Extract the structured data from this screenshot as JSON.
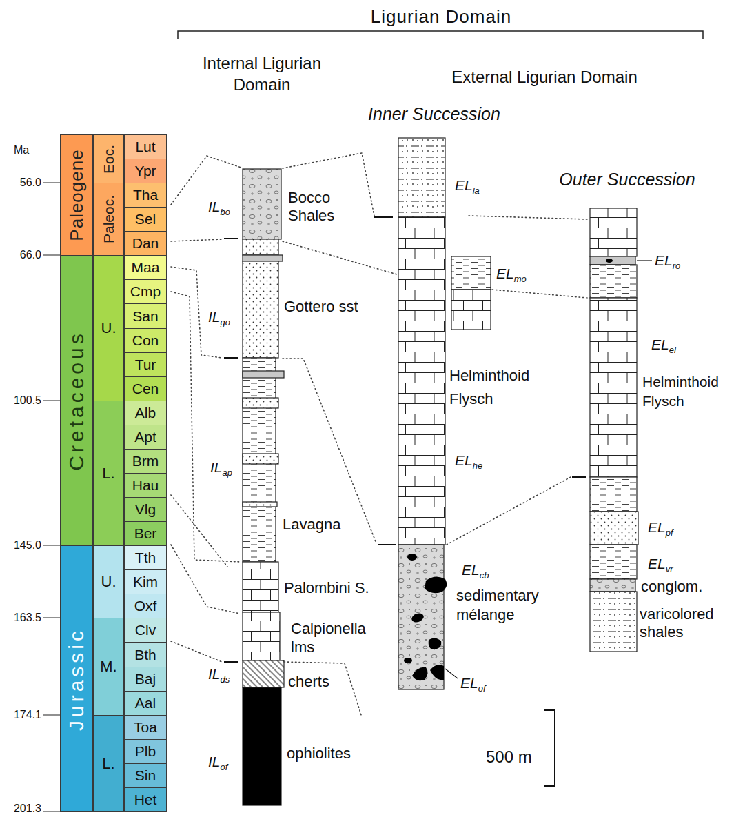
{
  "diagram": {
    "nodes": [
      {
        "text": [
          "Paleogene"
        ]
      },
      {
        "text": [
          "Eoc."
        ]
      },
      {
        "text": [
          "Lut"
        ]
      },
      {
        "text": [
          "Ypr"
        ]
      },
      {
        "text": [
          "Paleoc."
        ]
      },
      {
        "text": [
          "Tha"
        ]
      },
      {
        "text": [
          "Sel"
        ]
      },
      {
        "text": [
          "Dan"
        ]
      },
      {
        "text": [
          "Cretaceous"
        ]
      },
      {
        "text": [
          "U."
        ]
      },
      {
        "text": [
          "Maa"
        ]
      },
      {
        "text": [
          "Cmp"
        ]
      },
      {
        "text": [
          "San"
        ]
      },
      {
        "text": [
          "Con"
        ]
      },
      {
        "text": [
          "Tur"
        ]
      },
      {
        "text": [
          "Cen"
        ]
      },
      {
        "text": [
          "L."
        ]
      },
      {
        "text": [
          "Alb"
        ]
      },
      {
        "text": [
          "Apt"
        ]
      },
      {
        "text": [
          "Brm"
        ]
      },
      {
        "text": [
          "Hau"
        ]
      },
      {
        "text": [
          "Vlg"
        ]
      },
      {
        "text": [
          "Ber"
        ]
      },
      {
        "text": [
          "Jurassic"
        ]
      },
      {
        "text": [
          "U."
        ]
      },
      {
        "text": [
          "Tth"
        ]
      },
      {
        "text": [
          "Kim"
        ]
      },
      {
        "text": [
          "Oxf"
        ]
      },
      {
        "text": [
          "M."
        ]
      },
      {
        "text": [
          "Clv"
        ]
      },
      {
        "text": [
          "Bth"
        ]
      },
      {
        "text": [
          "Baj"
        ]
      },
      {
        "text": [
          "Aal"
        ]
      },
      {
        "text": [
          "L."
        ]
      },
      {
        "text": [
          "Toa"
        ]
      },
      {
        "text": [
          "Plb"
        ]
      },
      {
        "text": [
          "Sin"
        ]
      },
      {
        "text": [
          "Het"
        ]
      }
    ],
    "labels": [
      "Ligurian Domain",
      "Internal Ligurian Domain",
      "External Ligurian Domain",
      "Inner Succession",
      "Outer Succession",
      "Ma",
      "56.0",
      "66.0",
      "100.5",
      "145.0",
      "163.5",
      "174.1",
      "201.3",
      "ILbo",
      "Bocco Shales",
      "ILgo",
      "Gottero sst",
      "ILap",
      "Lavagna",
      "Palombini S.",
      "Calpionella lms",
      "ILds",
      "cherts",
      "ILof",
      "ophiolites",
      "ELla",
      "Helminthoid Flysch",
      "ELhe",
      "ELmo",
      "ELcb",
      "sedimentary mélange",
      "ELof",
      "ELro",
      "ELel",
      "Helminthoid Flysch",
      "ELpf",
      "ELvr",
      "conglom.",
      "varicolored shales",
      "500 m"
    ]
  }
}
